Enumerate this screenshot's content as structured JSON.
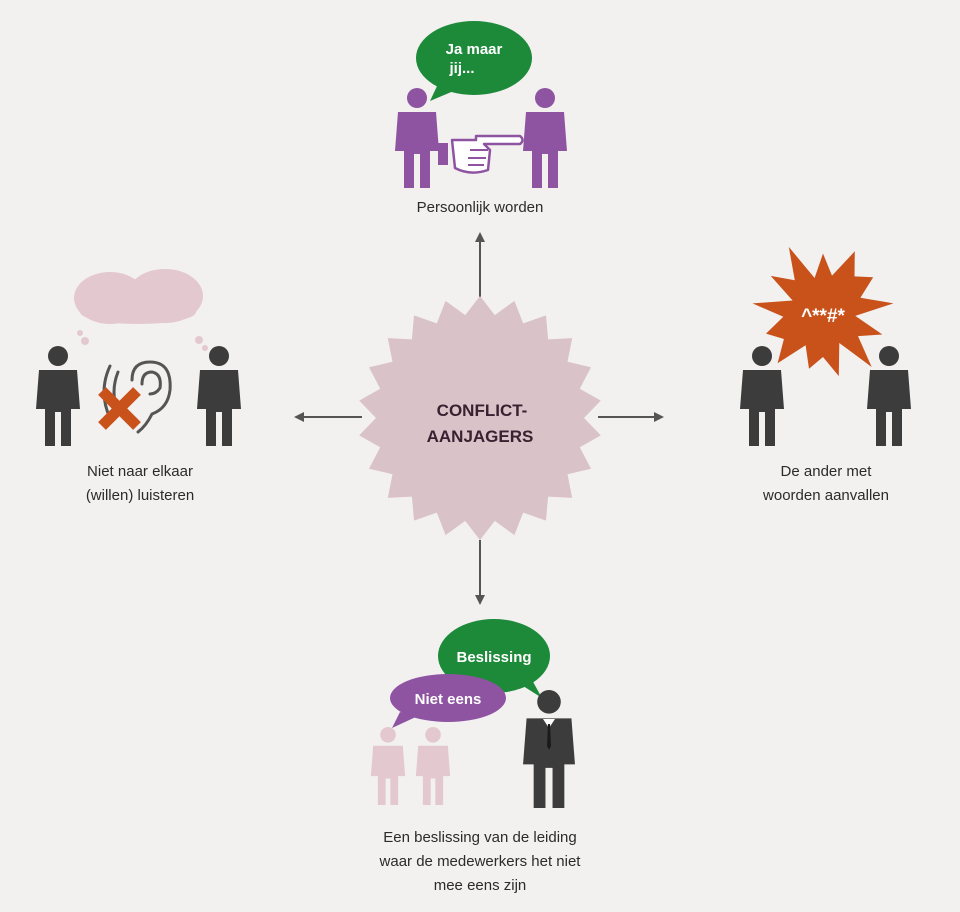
{
  "center": {
    "line1": "CONFLICT-",
    "line2": "AANJAGERS"
  },
  "top": {
    "bubble_line1": "Ja maar",
    "bubble_line2": "jij...",
    "caption": "Persoonlijk worden"
  },
  "left": {
    "caption_line1": "Niet naar elkaar",
    "caption_line2": "(willen) luisteren"
  },
  "right": {
    "burst_text": "^**#*",
    "caption_line1": "De ander met",
    "caption_line2": "woorden aanvallen"
  },
  "bottom": {
    "green_bubble": "Beslissing",
    "purple_bubble": "Niet eens",
    "caption_line1": "Een beslissing van de leiding",
    "caption_line2": "waar de medewerkers het niet",
    "caption_line3": "mee eens zijn"
  },
  "colors": {
    "background": "#f2f1f0",
    "star": "#d9c2c8",
    "purple": "#8e54a1",
    "green": "#1d8a3a",
    "orange": "#c9521b",
    "dark_person": "#3c3c3c",
    "pink_person": "#e3c9cf",
    "arrow": "#555555",
    "center_text": "#3b2030"
  }
}
